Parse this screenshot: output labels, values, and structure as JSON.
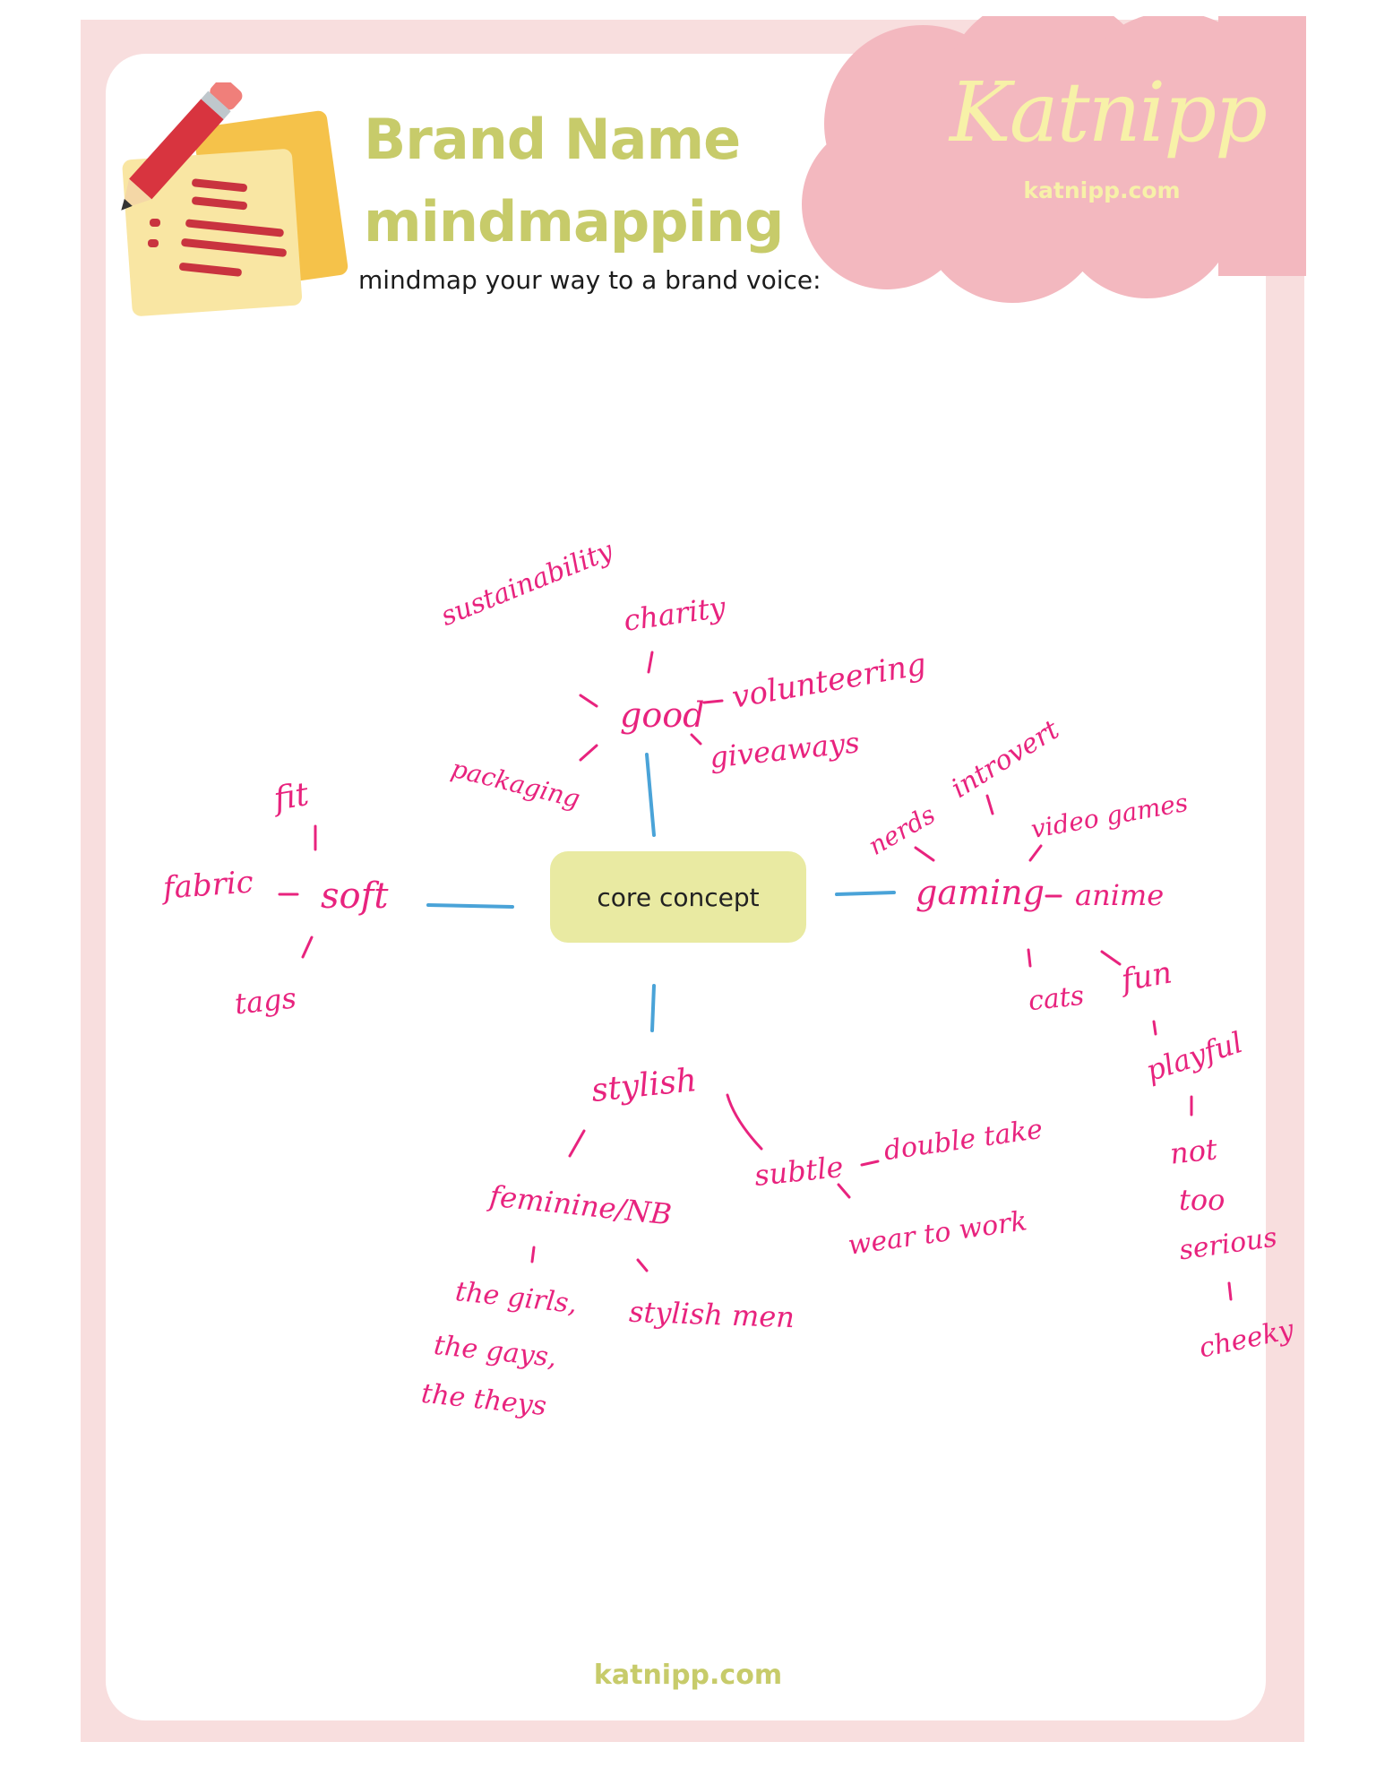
{
  "header": {
    "title_line1": "Brand Name",
    "title_line2": "mindmapping",
    "subtitle": "mindmap your way to a brand voice:"
  },
  "logo": {
    "name": "Katnipp",
    "url": "katnipp.com"
  },
  "mindmap": {
    "center": "core concept",
    "words": {
      "good": "good",
      "sustainability": "sustainability",
      "charity": "charity",
      "volunteering": "volunteering",
      "giveaways": "giveaways",
      "packaging": "packaging",
      "soft": "soft",
      "fit": "fit",
      "fabric": "fabric",
      "tags": "tags",
      "gaming": "gaming",
      "nerds": "nerds",
      "introvert": "introvert",
      "video_games": "video games",
      "anime": "anime",
      "cats": "cats",
      "fun": "fun",
      "playful": "playful",
      "not": "not",
      "too": "too",
      "serious": "serious",
      "cheeky": "cheeky",
      "stylish": "stylish",
      "subtle": "subtle",
      "double_take": "double take",
      "wear_to_work": "wear to work",
      "feminine_nb": "feminine/NB",
      "the_girls": "the girls,",
      "the_gays": "the gays,",
      "the_theys": "the theys",
      "stylish_men": "stylish men"
    }
  },
  "footer": {
    "url": "katnipp.com"
  },
  "colors": {
    "border_pink": "#f8dede",
    "cloud_pink": "#f3b8bf",
    "title_green": "#c7cb6a",
    "core_box": "#e9eaa2",
    "connector_blue": "#4aa3d8",
    "ink_pink": "#e8237e"
  },
  "icons": [
    "notepad-pencil-icon",
    "cloud-logo-shape"
  ]
}
